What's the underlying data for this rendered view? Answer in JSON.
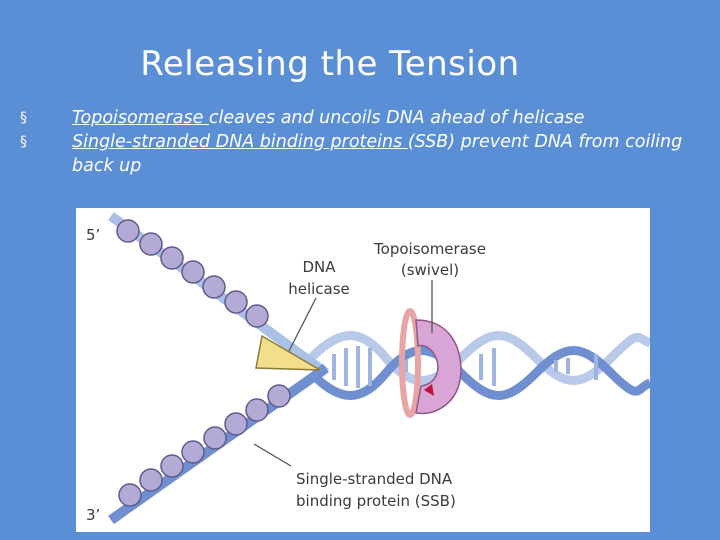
{
  "slide": {
    "title": "Releasing the Tension",
    "bullets": [
      {
        "marker": "§",
        "term": "Topoisomerase ",
        "rest": " cleaves and uncoils DNA ahead of helicase"
      },
      {
        "marker": "§",
        "term": "Single-stranded DNA binding proteins ",
        "rest": " (SSB) prevent DNA from coiling back up"
      }
    ]
  },
  "figure": {
    "label_5prime": "5’",
    "label_3prime": "3’",
    "helicase_line1": "DNA",
    "helicase_line2": "helicase",
    "topo_line1": "Topoisomerase",
    "topo_line2": "(swivel)",
    "ssb_line1": "Single-stranded DNA",
    "ssb_line2": "binding protein (SSB)"
  },
  "colors": {
    "background": "#5a8fd6",
    "strand": "#aac0e6",
    "ssb": "#b3abd6",
    "helicase": "#f2df8c",
    "topoisomerase": "#d9a4d6",
    "helix_dark": "#6f8fd0",
    "helix_light": "#b9c9ea"
  }
}
